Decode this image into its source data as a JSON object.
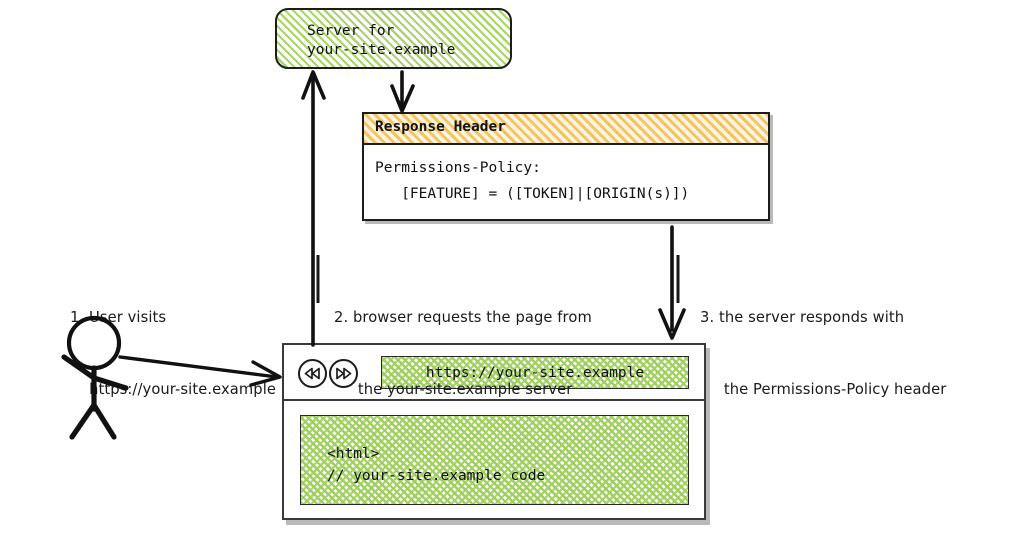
{
  "diagram": {
    "title_semantic": "permissions-policy-response-header-flow",
    "server": {
      "line1": "Server for",
      "line2": "your-site.example",
      "fill": "#a9d46a"
    },
    "response_header": {
      "titlebar": "Response Header",
      "line1": "Permissions-Policy:",
      "line2": "   [FEATURE] = ([TOKEN]|[ORIGIN(s)])",
      "titlebar_fill": "#f2c564"
    },
    "browser": {
      "back_icon": "rewind-icon",
      "forward_icon": "fast-forward-icon",
      "url": "https://your-site.example",
      "page_code_line1": "<html>",
      "page_code_line2": "// your-site.example code",
      "url_fill": "#a9d46a",
      "content_fill": "#a9d46a"
    },
    "actor": {
      "name": "user-stick-figure"
    },
    "annotations": [
      {
        "id": "step-1",
        "line1": "1. User visits",
        "line2": "    https://your-site.example"
      },
      {
        "id": "step-2",
        "line1": "2. browser requests the page from",
        "line2": "     the your-site.example server"
      },
      {
        "id": "step-3",
        "line1": "3. the server responds with",
        "line2": "     the Permissions-Policy header"
      }
    ],
    "arrows": [
      {
        "id": "user-to-browser",
        "direction": "right"
      },
      {
        "id": "browser-to-server-request",
        "direction": "up"
      },
      {
        "id": "server-to-response-header",
        "direction": "down"
      },
      {
        "id": "response-header-to-browser",
        "direction": "down"
      }
    ]
  }
}
